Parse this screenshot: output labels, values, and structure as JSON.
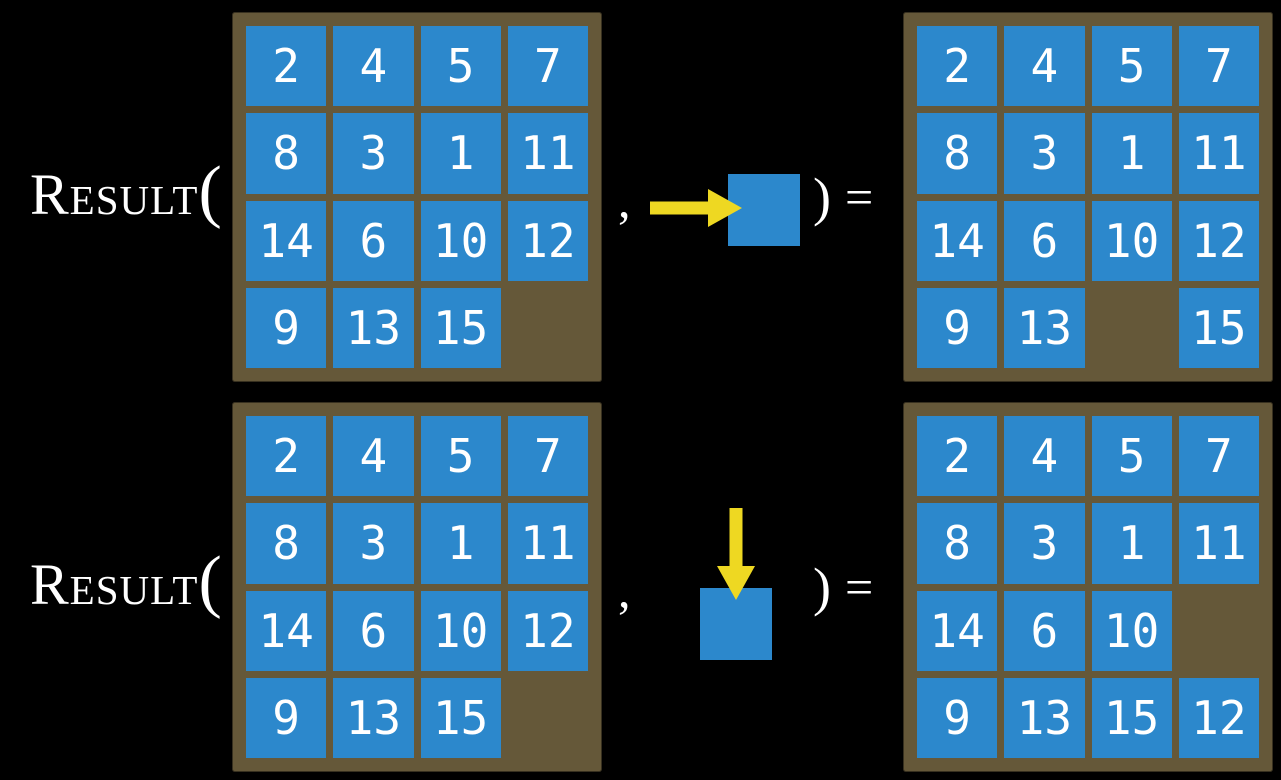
{
  "figure": {
    "type": "fifteen-puzzle-result-function-diagram",
    "background": "#000000",
    "colors": {
      "tile": "#2c88cc",
      "board": "#655839",
      "arrow": "#eed822",
      "text": "#ffffff"
    }
  },
  "equations": [
    {
      "function_name": "Result",
      "open_paren": "(",
      "comma": ",",
      "close_paren": ")",
      "equals": "=",
      "action": {
        "direction": "right",
        "icon": "right-arrow-icon"
      },
      "input_board": [
        [
          2,
          4,
          5,
          7
        ],
        [
          8,
          3,
          1,
          11
        ],
        [
          14,
          6,
          10,
          12
        ],
        [
          9,
          13,
          15,
          null
        ]
      ],
      "output_board": [
        [
          2,
          4,
          5,
          7
        ],
        [
          8,
          3,
          1,
          11
        ],
        [
          14,
          6,
          10,
          12
        ],
        [
          9,
          13,
          null,
          15
        ]
      ]
    },
    {
      "function_name": "Result",
      "open_paren": "(",
      "comma": ",",
      "close_paren": ")",
      "equals": "=",
      "action": {
        "direction": "down",
        "icon": "down-arrow-icon"
      },
      "input_board": [
        [
          2,
          4,
          5,
          7
        ],
        [
          8,
          3,
          1,
          11
        ],
        [
          14,
          6,
          10,
          12
        ],
        [
          9,
          13,
          15,
          null
        ]
      ],
      "output_board": [
        [
          2,
          4,
          5,
          7
        ],
        [
          8,
          3,
          1,
          11
        ],
        [
          14,
          6,
          10,
          null
        ],
        [
          9,
          13,
          15,
          12
        ]
      ]
    }
  ]
}
